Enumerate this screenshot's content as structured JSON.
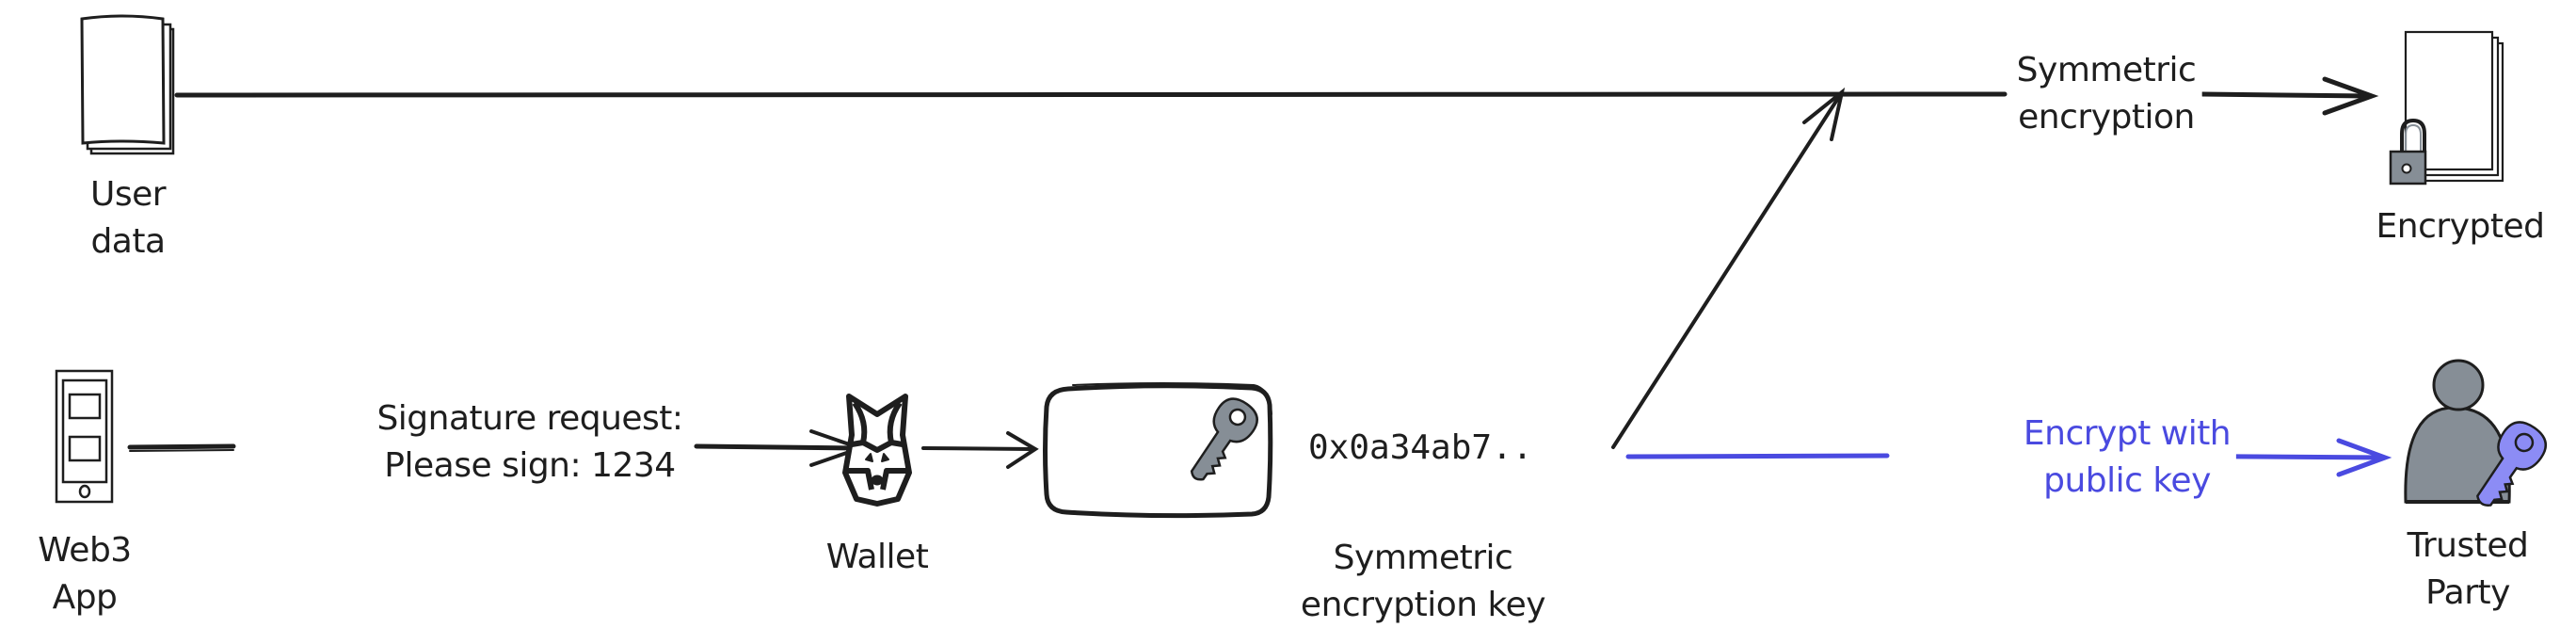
{
  "diagram": {
    "nodes": {
      "user_data": {
        "label_lines": [
          "User",
          "data"
        ],
        "icon": "document-stack-icon"
      },
      "encrypted": {
        "label_lines": [
          "Encrypted"
        ],
        "icon": "locked-document-icon"
      },
      "web3_app": {
        "label_lines": [
          "Web3",
          "App"
        ],
        "icon": "mobile-phone-icon"
      },
      "wallet": {
        "label_lines": [
          "Wallet"
        ],
        "icon": "metamask-fox-icon"
      },
      "symmetric_key": {
        "value": "0x0a34ab7..",
        "label_lines": [
          "Symmetric",
          "encryption key"
        ],
        "icon": "key-icon"
      },
      "trusted_party": {
        "label_lines": [
          "Trusted",
          "Party"
        ],
        "icon": "person-with-key-icon"
      }
    },
    "edges": [
      {
        "from": "user_data",
        "to": "encrypted",
        "label_lines": [
          "Symmetric",
          "encryption"
        ],
        "color": "#1e1e1e"
      },
      {
        "from": "web3_app",
        "to": "wallet",
        "label_lines": [
          "Signature request:",
          "Please sign: 1234"
        ],
        "color": "#1e1e1e"
      },
      {
        "from": "wallet",
        "to": "symmetric_key",
        "label_lines": [],
        "color": "#1e1e1e"
      },
      {
        "from": "symmetric_key",
        "to": "user_data->encrypted",
        "label_lines": [],
        "color": "#1e1e1e"
      },
      {
        "from": "symmetric_key",
        "to": "trusted_party",
        "label_lines": [
          "Encrypt with",
          "public key"
        ],
        "color": "#4a4ae0"
      }
    ],
    "colors": {
      "ink": "#1e1e1e",
      "accent_blue": "#4a4ae0",
      "icon_gray": "#868e96",
      "key_purple": "#8c8cf5"
    }
  }
}
